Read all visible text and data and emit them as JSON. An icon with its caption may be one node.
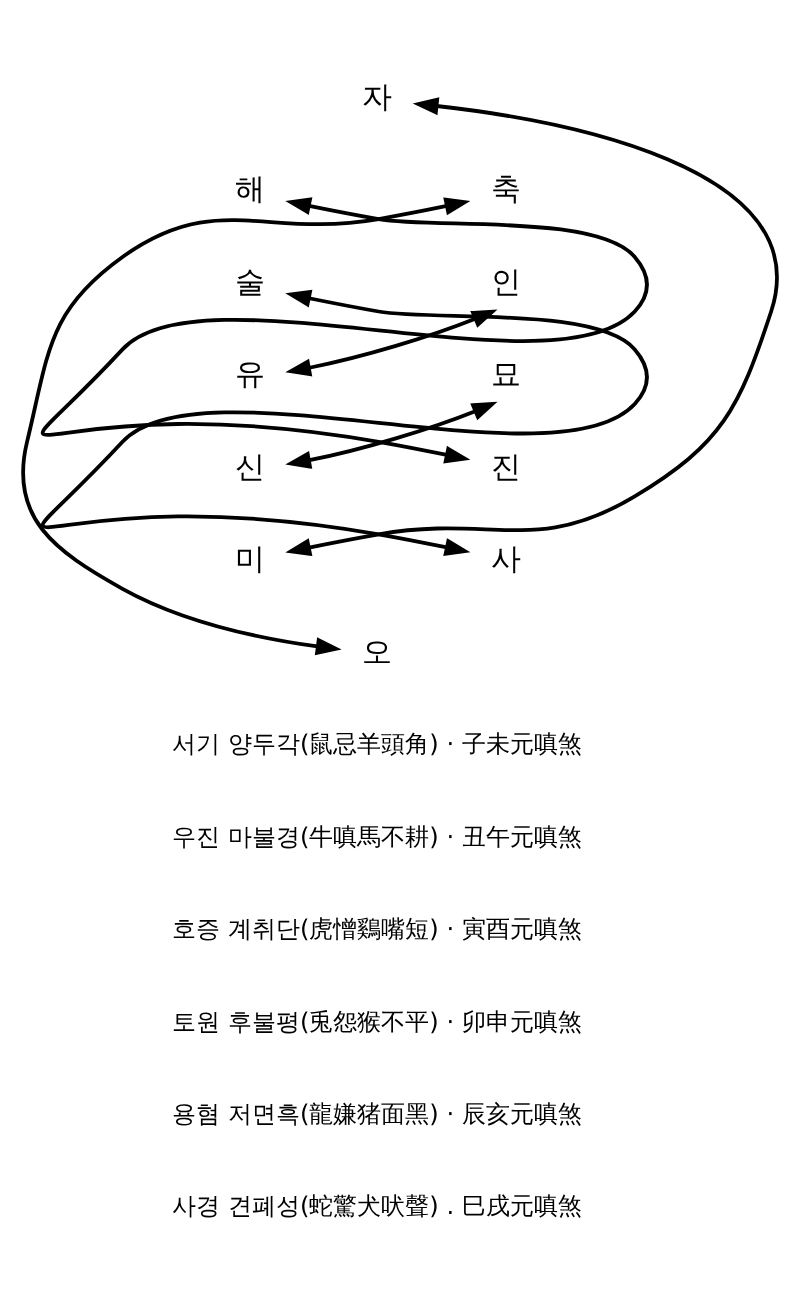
{
  "diagram": {
    "nodes": [
      {
        "text": [
          "자"
        ]
      },
      {
        "text": [
          "축"
        ]
      },
      {
        "text": [
          "인"
        ]
      },
      {
        "text": [
          "묘"
        ]
      },
      {
        "text": [
          "진"
        ]
      },
      {
        "text": [
          "사"
        ]
      },
      {
        "text": [
          "오"
        ]
      },
      {
        "text": [
          "미"
        ]
      },
      {
        "text": [
          "신"
        ]
      },
      {
        "text": [
          "유"
        ]
      },
      {
        "text": [
          "술"
        ]
      },
      {
        "text": [
          "해"
        ]
      }
    ],
    "edges": [
      {
        "from": 0,
        "to": 7,
        "arrow": "both"
      },
      {
        "from": 1,
        "to": 6,
        "arrow": "both"
      },
      {
        "from": 2,
        "to": 9,
        "arrow": "both"
      },
      {
        "from": 3,
        "to": 8,
        "arrow": "both"
      },
      {
        "from": 4,
        "to": 11,
        "arrow": "both"
      },
      {
        "from": 5,
        "to": 10,
        "arrow": "both"
      }
    ],
    "labels": [
      "서기 양두각(鼠忌羊頭角) · 子未元嗔煞",
      "우진 마불경(牛嗔馬不耕) · 丑午元嗔煞",
      "호증 계취단(虎憎鷄嘴短) · 寅酉元嗔煞",
      "토원 후불평(兎怨猴不平) · 卯申元嗔煞",
      "용혐 저면흑(龍嫌猪面黑) · 辰亥元嗔煞",
      "사경 견폐성(蛇驚犬吠聲) . 巳戌元嗔煞"
    ]
  }
}
